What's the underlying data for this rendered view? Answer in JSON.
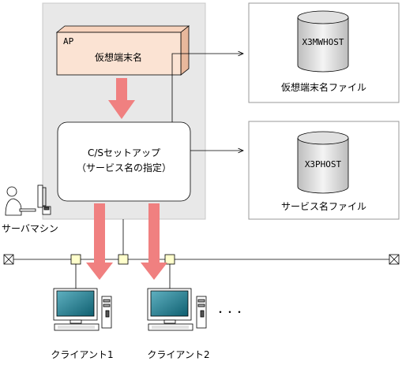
{
  "server": {
    "label": "サーバマシン",
    "ap": {
      "tag": "AP",
      "label": "仮想端末名"
    },
    "cs_setup": {
      "line1": "C/Sセットアップ",
      "line2": "（サービス名の指定）"
    }
  },
  "files": [
    {
      "db_label": "X3MWHOST",
      "caption": "仮想端末名ファイル"
    },
    {
      "db_label": "X3PHOST",
      "caption": "サービス名ファイル"
    }
  ],
  "clients": [
    {
      "label": "クライアント1"
    },
    {
      "label": "クライアント2"
    }
  ],
  "ellipsis": "・・・",
  "colors": {
    "server_bg": "#e8e8e8",
    "ap_box": "#fbe3d3",
    "arrow": "#f08080",
    "node": "#ffffcc",
    "screen": "#1f7a8c"
  }
}
